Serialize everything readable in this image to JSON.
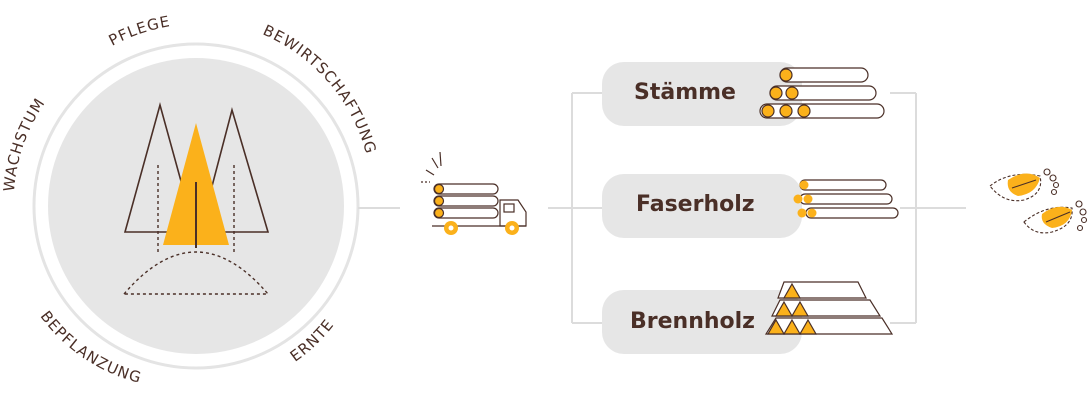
{
  "cycle": {
    "labels": {
      "pflege": "PFLEGE",
      "bewirtschaftung": "BEWIRTSCHAFTUNG",
      "wachstum": "WACHSTUM",
      "ernte": "ERNTE",
      "bepflanzung": "BEPFLANZUNG"
    }
  },
  "products": [
    {
      "label": "Stämme",
      "icon": "stacked-logs-icon"
    },
    {
      "label": "Faserholz",
      "icon": "fiber-wood-logs-icon"
    },
    {
      "label": "Brennholz",
      "icon": "firewood-pile-icon"
    }
  ],
  "icons": {
    "center": "forest-trees-icon",
    "transport": "log-truck-icon",
    "end": "footprint-leaves-icon"
  },
  "colors": {
    "brown": "#4a2f27",
    "orange": "#fbb11b",
    "light_gray": "#e6e6e6",
    "mid_gray": "#dcdcdc"
  }
}
